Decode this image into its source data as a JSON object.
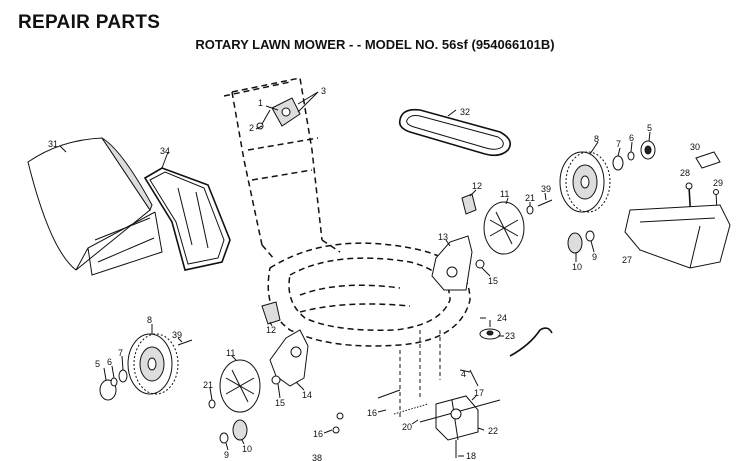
{
  "header": {
    "title": "REPAIR PARTS",
    "subtitle": "ROTARY LAWN MOWER - - MODEL NO. 56sf (954066101B)"
  },
  "callouts": [
    {
      "id": "c1",
      "label": "1"
    },
    {
      "id": "c2",
      "label": "2"
    },
    {
      "id": "c3",
      "label": "3"
    },
    {
      "id": "c32",
      "label": "32"
    },
    {
      "id": "c31",
      "label": "31"
    },
    {
      "id": "c34",
      "label": "34"
    },
    {
      "id": "c8a",
      "label": "8"
    },
    {
      "id": "c7a",
      "label": "7"
    },
    {
      "id": "c6a",
      "label": "6"
    },
    {
      "id": "c5a",
      "label": "5"
    },
    {
      "id": "c30",
      "label": "30"
    },
    {
      "id": "c28",
      "label": "28"
    },
    {
      "id": "c29",
      "label": "29"
    },
    {
      "id": "c27",
      "label": "27"
    },
    {
      "id": "c12a",
      "label": "12"
    },
    {
      "id": "c11a",
      "label": "11"
    },
    {
      "id": "c39a",
      "label": "39"
    },
    {
      "id": "c21a",
      "label": "21"
    },
    {
      "id": "c13",
      "label": "13"
    },
    {
      "id": "c15a",
      "label": "15"
    },
    {
      "id": "c10a",
      "label": "10"
    },
    {
      "id": "c9a",
      "label": "9"
    },
    {
      "id": "c24",
      "label": "24"
    },
    {
      "id": "c23",
      "label": "23"
    },
    {
      "id": "c12b",
      "label": "12"
    },
    {
      "id": "c8b",
      "label": "8"
    },
    {
      "id": "c39b",
      "label": "39"
    },
    {
      "id": "c5b",
      "label": "5"
    },
    {
      "id": "c6b",
      "label": "6"
    },
    {
      "id": "c7b",
      "label": "7"
    },
    {
      "id": "c11b",
      "label": "11"
    },
    {
      "id": "c21b",
      "label": "21"
    },
    {
      "id": "c14",
      "label": "14"
    },
    {
      "id": "c15b",
      "label": "15"
    },
    {
      "id": "c10b",
      "label": "10"
    },
    {
      "id": "c9b",
      "label": "9"
    },
    {
      "id": "c4",
      "label": "4"
    },
    {
      "id": "c16a",
      "label": "16"
    },
    {
      "id": "c16b",
      "label": "16"
    },
    {
      "id": "c20",
      "label": "20"
    },
    {
      "id": "c17",
      "label": "17"
    },
    {
      "id": "c22",
      "label": "22"
    },
    {
      "id": "c18",
      "label": "18"
    },
    {
      "id": "c38",
      "label": "38"
    }
  ]
}
